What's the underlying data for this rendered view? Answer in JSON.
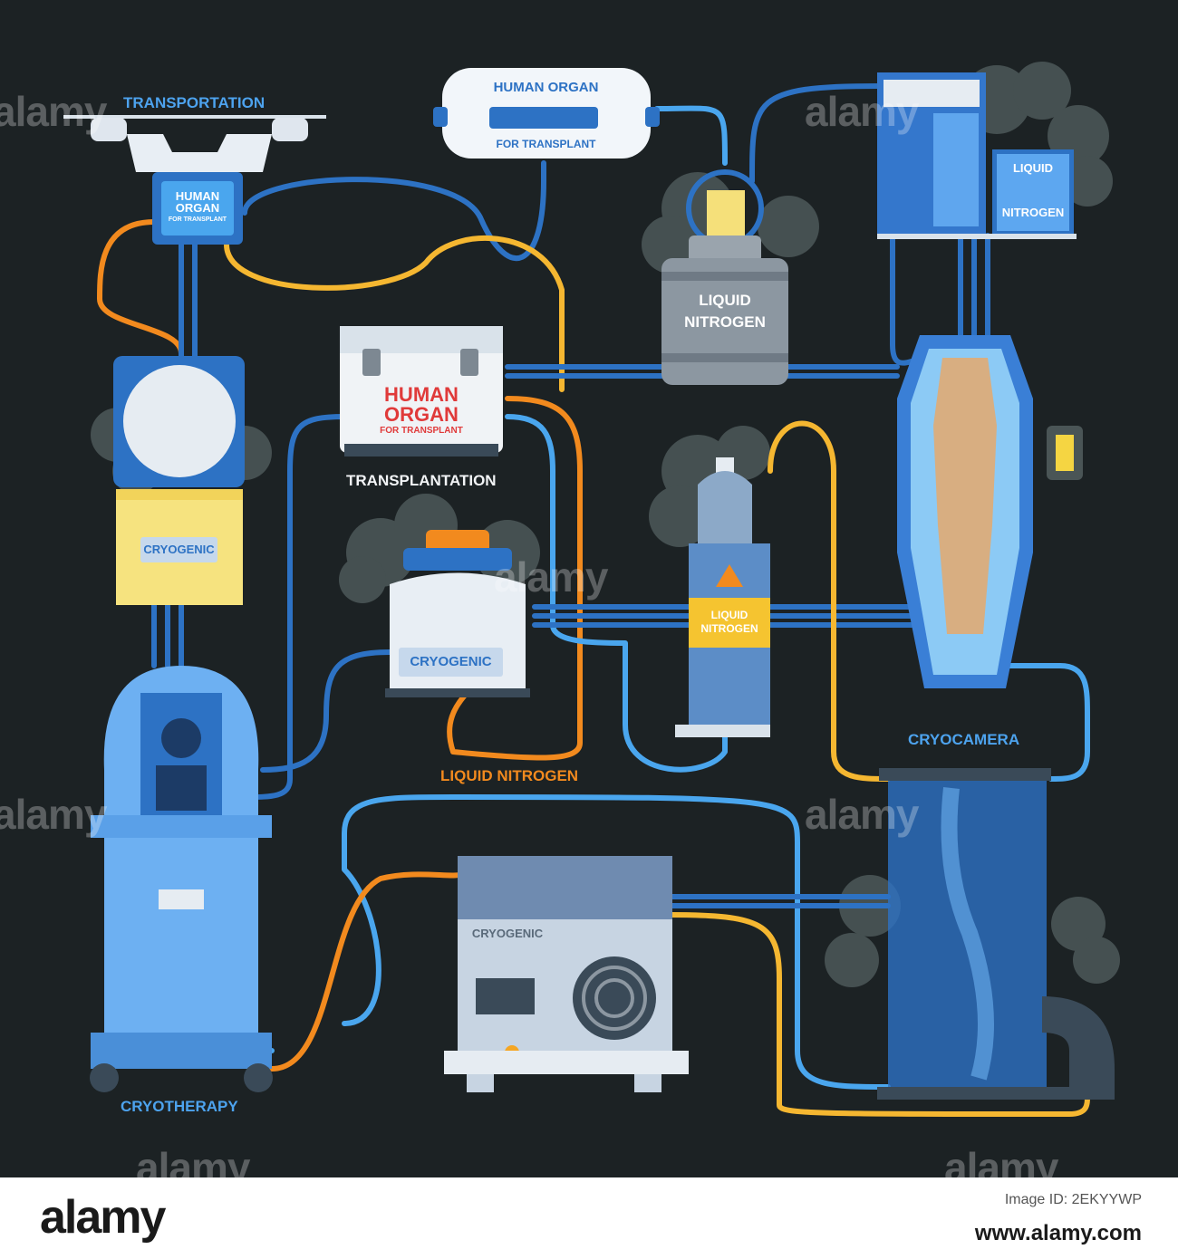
{
  "labels": {
    "transportation": "TRANSPORTATION",
    "transplantation": "TRANSPLANTATION",
    "liquid_nitrogen": "LIQUID NITROGEN",
    "cryocamera": "CRYOCAMERA",
    "cryotherapy": "CRYOTHERAPY"
  },
  "devices": {
    "drone_box": {
      "line1": "HUMAN",
      "line2": "ORGAN",
      "line3": "FOR TRANSPLANT"
    },
    "organ_capsule": {
      "title": "HUMAN ORGAN",
      "subtitle": "FOR TRANSPLANT"
    },
    "organ_case": {
      "line1": "HUMAN",
      "line2": "ORGAN",
      "line3": "FOR TRANSPLANT"
    },
    "nitrogen_tank": {
      "line1": "LIQUID",
      "line2": "NITROGEN"
    },
    "nitrogen_unit": {
      "line1": "LIQUID",
      "line2": "NITROGEN"
    },
    "cylinder": {
      "line1": "LIQUID",
      "line2": "NITROGEN"
    },
    "cryo_box_left": "CRYOGENIC",
    "cryo_container": "CRYOGENIC",
    "cryo_machine": "CRYOGENIC"
  },
  "watermark": "alamy",
  "footer": {
    "logo": "alamy",
    "image_id_label": "Image ID: 2EKYYWP",
    "url": "www.alamy.com"
  },
  "colors": {
    "background": "#1c2224",
    "pipe_dark_blue": "#2d72c4",
    "pipe_light_blue": "#4aa6ee",
    "pipe_orange": "#f28a1e",
    "pipe_yellow": "#f5b731",
    "label_blue": "#4da3ee",
    "label_orange": "#f28a1e"
  }
}
